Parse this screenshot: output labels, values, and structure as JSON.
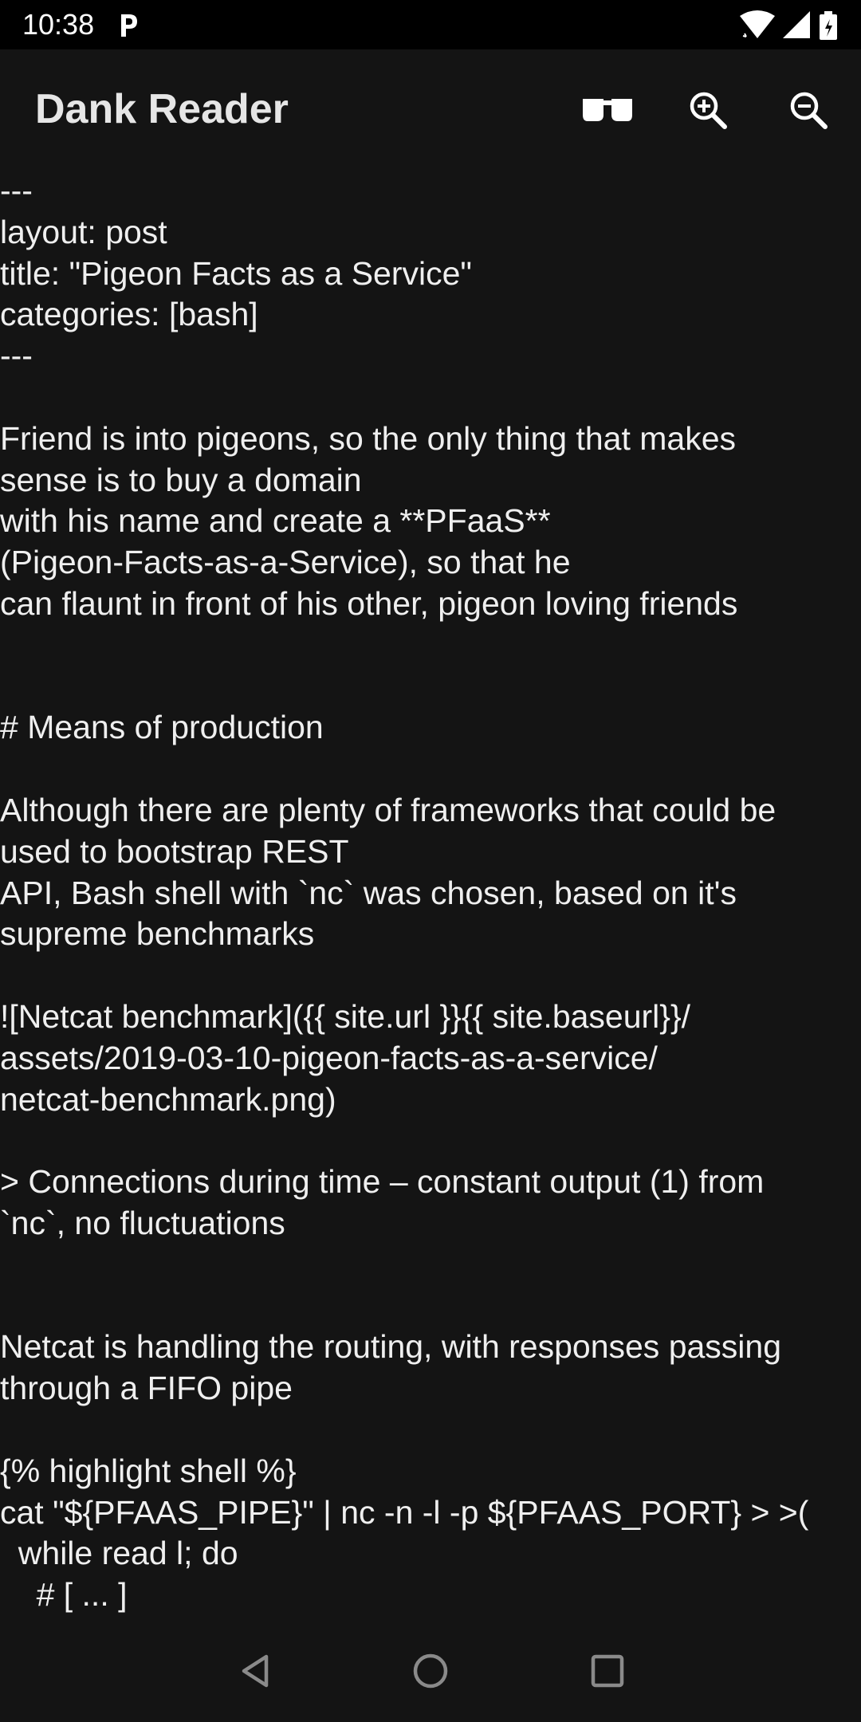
{
  "status_bar": {
    "time": "10:38",
    "icons": [
      "p-app-icon",
      "wifi-icon",
      "cellular-signal-icon",
      "battery-icon"
    ]
  },
  "app_bar": {
    "title": "Dank Reader",
    "actions": [
      "glasses-icon",
      "zoom-in-icon",
      "zoom-out-icon"
    ]
  },
  "content": {
    "lines": [
      "---",
      "layout: post",
      "title: \"Pigeon Facts as a Service\"",
      "categories: [bash]",
      "---",
      "",
      "Friend is into pigeons, so the only thing that makes",
      "sense is to buy a domain",
      "with his name and create a **PFaaS**",
      "(Pigeon-Facts-as-a-Service), so that he",
      "can flaunt in front of his other, pigeon loving friends",
      "",
      "",
      "# Means of production",
      "",
      "Although there are plenty of frameworks that could be",
      "used to bootstrap REST",
      "API, Bash shell with `nc` was chosen, based on it's",
      "supreme benchmarks",
      "",
      "![Netcat benchmark]({{ site.url }}{{ site.baseurl}}/",
      "assets/2019-03-10-pigeon-facts-as-a-service/",
      "netcat-benchmark.png)",
      "",
      "> Connections during time – constant output (1) from",
      "`nc`, no fluctuations",
      "",
      "",
      "Netcat is handling the routing, with responses passing",
      "through a FIFO pipe",
      "",
      "{% highlight shell %}",
      "cat \"${PFAAS_PIPE}\" | nc -n -l -p ${PFAAS_PORT} > >(",
      "  while read l; do",
      "    # [ ... ]"
    ]
  },
  "nav_bar": {
    "buttons": [
      "back-icon",
      "home-icon",
      "recents-icon"
    ]
  },
  "colors": {
    "background": "#141414",
    "status_bar": "#000000",
    "text": "#efefef"
  }
}
